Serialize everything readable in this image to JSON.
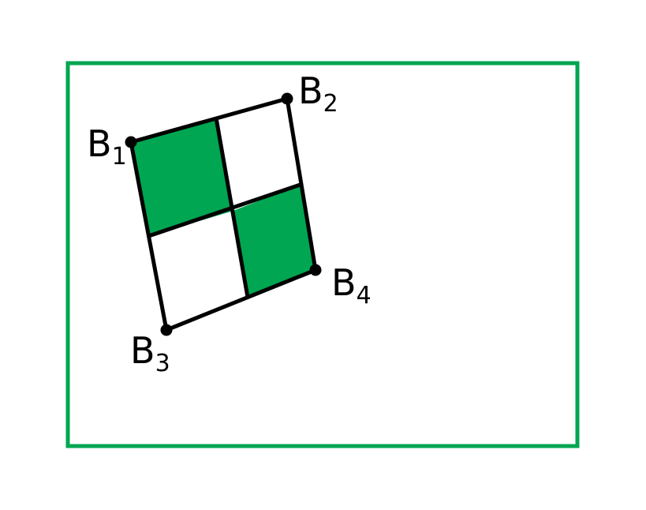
{
  "colors": {
    "frame": "#00a651",
    "fill": "#00a651",
    "stroke": "#000000",
    "background": "#ffffff"
  },
  "points": [
    {
      "id": "B1",
      "letter": "B",
      "subscript": "1"
    },
    {
      "id": "B2",
      "letter": "B",
      "subscript": "2"
    },
    {
      "id": "B3",
      "letter": "B",
      "subscript": "3"
    },
    {
      "id": "B4",
      "letter": "B",
      "subscript": "4"
    }
  ],
  "checker": {
    "rows": 2,
    "cols": 2,
    "filled_cells": [
      [
        0,
        0
      ],
      [
        1,
        1
      ]
    ]
  }
}
